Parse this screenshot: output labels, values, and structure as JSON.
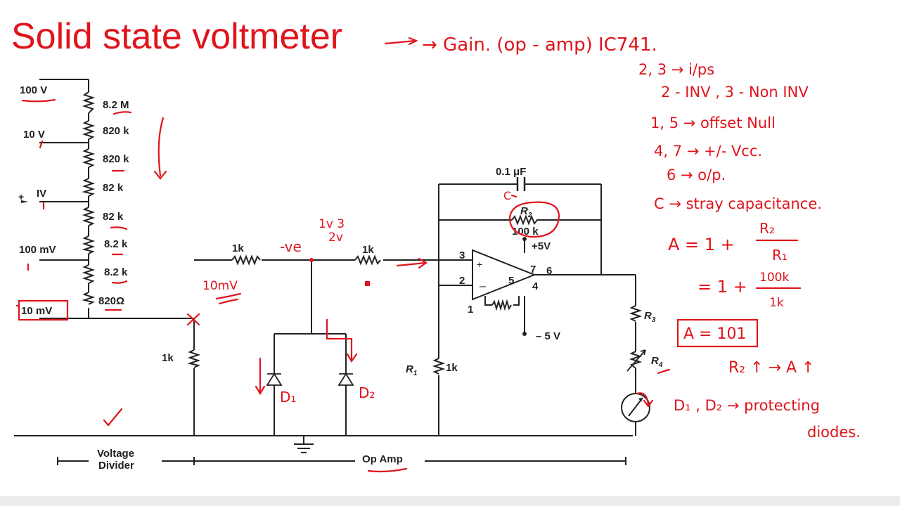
{
  "title": "Solid state voltmeter",
  "colors": {
    "ink": "#e0141c",
    "circuit": "#222222",
    "background": "#ffffff"
  },
  "circuit": {
    "range_labels": [
      "100 V",
      "10 V",
      "IV",
      "100 mV",
      "10 mV"
    ],
    "divider_resistors": [
      "8.2 M",
      "820 k",
      "820 k",
      "82 k",
      "82 k",
      "8.2 k",
      "8.2 k",
      "820Ω"
    ],
    "input_resistor_1": "1k",
    "input_resistor_2": "1k",
    "shunt_resistor": "1k",
    "r1_label": "R",
    "r1_sub": "1",
    "r1_value": "1k",
    "capacitor": "0.1 μF",
    "r2_label": "R",
    "r2_sub": "2",
    "r2_value": "100 k",
    "plus_supply": "+5V",
    "minus_supply": "– 5 V",
    "r3_label": "R",
    "r3_sub": "3",
    "r4_label": "R",
    "r4_sub": "4",
    "pins": [
      "3",
      "2",
      "1",
      "5",
      "7",
      "6",
      "4"
    ],
    "voltage_divider_label": [
      "Voltage",
      "Divider"
    ],
    "op_amp_label": "Op Amp"
  },
  "annotations": {
    "heading_note": "→ Gain. (op - amp) IC741.",
    "pin_notes": [
      "2, 3 → i/ps",
      "2 - INV , 3 - Non INV",
      "1, 5 → offset Null",
      "4, 7 → +/- Vcc.",
      "6 → o/p.",
      "C → stray capacitance."
    ],
    "gain_formula": {
      "lhs": "A = 1 +",
      "num": "R₂",
      "den": "R₁"
    },
    "gain_substituted": {
      "lhs": "= 1 +",
      "num": "100k",
      "den": "1k"
    },
    "gain_result": "A = 101",
    "r2_note": "R₂ ↑ → A ↑",
    "diode_note": [
      "D₁ , D₂ → protecting",
      "diodes."
    ],
    "node_note": "-ve",
    "input_note": [
      "1v 3",
      "2v"
    ],
    "millivolt_note": "10mV",
    "diode_labels": [
      "D₁",
      "D₂"
    ],
    "stray_cap_label": "C"
  }
}
